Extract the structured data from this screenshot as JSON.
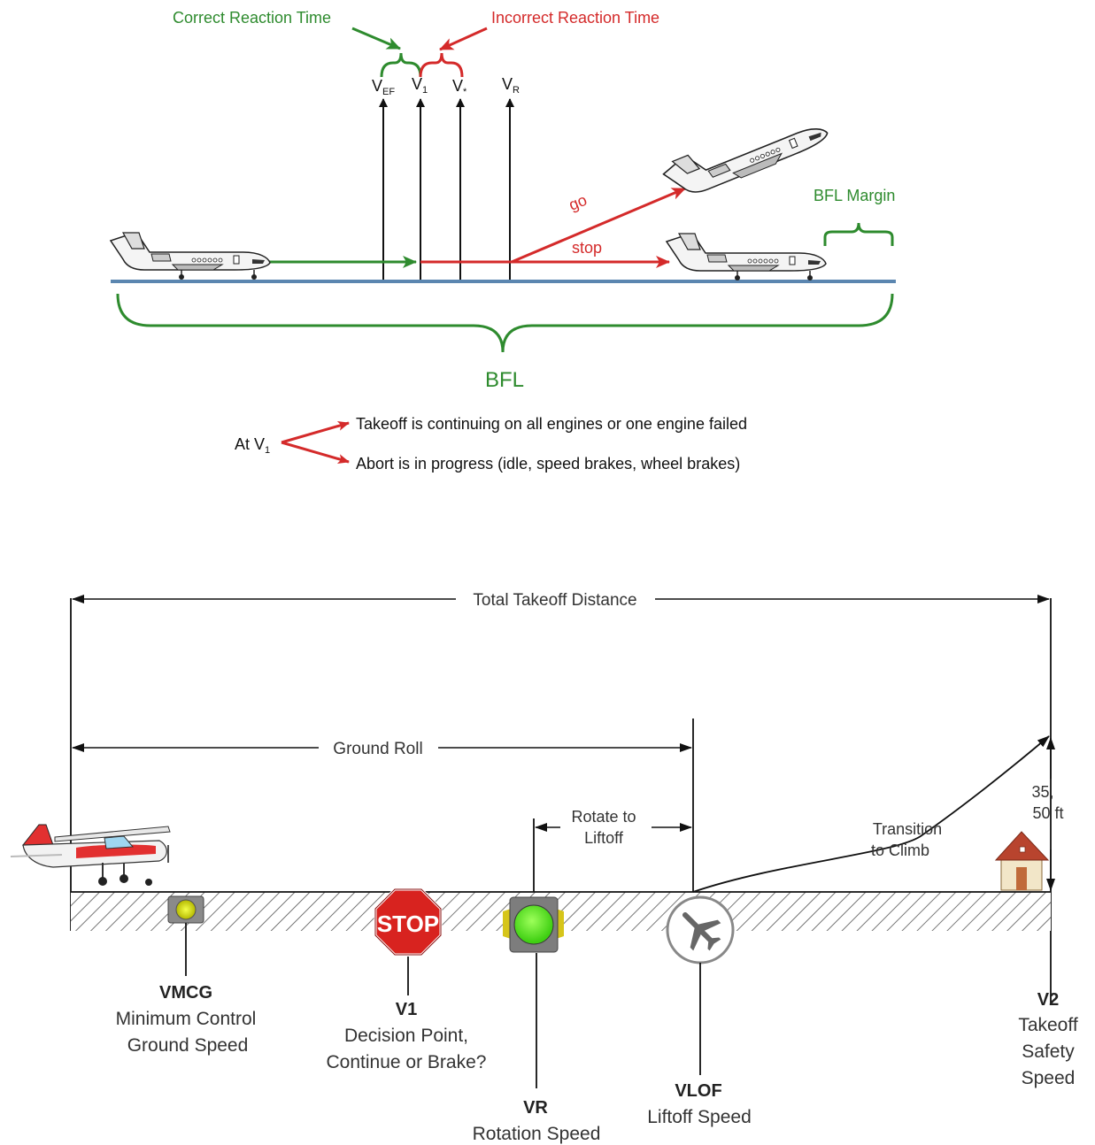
{
  "top_diagram": {
    "correct_reaction_time": "Correct Reaction Time",
    "incorrect_reaction_time": "Incorrect Reaction Time",
    "speed_markers": {
      "vef": {
        "base": "V",
        "sub": "EF"
      },
      "v1": {
        "base": "V",
        "sub": "1"
      },
      "vstar": {
        "base": "V",
        "sub": "*"
      },
      "vr": {
        "base": "V",
        "sub": "R"
      }
    },
    "go_label": "go",
    "stop_label": "stop",
    "bfl_margin_label": "BFL Margin",
    "bfl_label": "BFL",
    "at_v1": {
      "base": "At V",
      "sub": "1"
    },
    "outcomes": [
      "Takeoff is continuing on all engines or one engine failed",
      "Abort is in progress (idle, speed brakes, wheel brakes)"
    ],
    "colors": {
      "green": "#2e8b2e",
      "red": "#d42a2a",
      "runway": "#5b86b0"
    }
  },
  "bottom_diagram": {
    "total_takeoff_distance": "Total Takeoff Distance",
    "ground_roll": "Ground Roll",
    "rotate_to_liftoff": [
      "Rotate to",
      "Liftoff"
    ],
    "transition_to_climb": [
      "Transition",
      "to Climb"
    ],
    "obstacle_height": [
      "35,",
      "50 ft"
    ],
    "stop_sign_text": "STOP",
    "vmcg": {
      "code": "VMCG",
      "desc": [
        "Minimum Control",
        "Ground Speed"
      ]
    },
    "v1": {
      "code": "V1",
      "desc": [
        "Decision Point,",
        "Continue or Brake?"
      ]
    },
    "vr": {
      "code": "VR",
      "desc": [
        "Rotation Speed"
      ]
    },
    "vlof": {
      "code": "VLOF",
      "desc": [
        "Liftoff Speed"
      ]
    },
    "v2": {
      "code": "V2",
      "desc": [
        "Takeoff",
        "Safety",
        "Speed"
      ]
    },
    "icons": [
      "small-plane-icon",
      "yellow-light-icon",
      "stop-sign-icon",
      "green-light-icon",
      "airplane-circle-icon",
      "house-icon",
      "jet-icon"
    ]
  }
}
